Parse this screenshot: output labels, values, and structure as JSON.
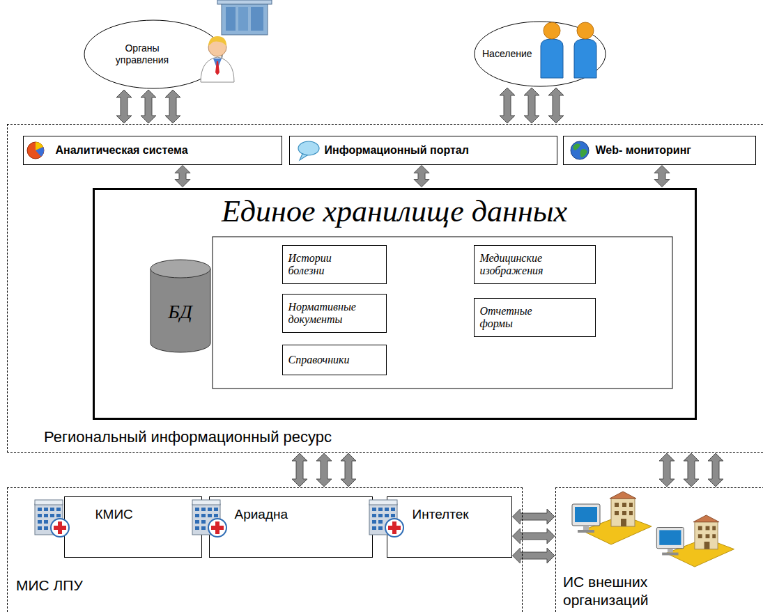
{
  "diagram": {
    "nodes": [
      {
        "text": [
          "Органы управления"
        ]
      },
      {
        "text": [
          "Население"
        ]
      },
      {
        "text": [
          "Региональный информационный ресурс"
        ]
      },
      {
        "text": [
          "Аналитическая система"
        ],
        "in": 2
      },
      {
        "text": [
          "Информационный портал"
        ],
        "in": 2
      },
      {
        "text": [
          "Web- мониторинг"
        ],
        "in": 2
      },
      {
        "text": [
          "Единое хранилище данных"
        ],
        "in": 2
      },
      {
        "text": [
          "БД"
        ],
        "in": 6
      },
      {
        "text": [
          "Истории болезни"
        ],
        "in": 6
      },
      {
        "text": [
          "Медицинские изображения"
        ],
        "in": 6
      },
      {
        "text": [
          "Нормативные документы"
        ],
        "in": 6
      },
      {
        "text": [
          "Отчетные формы"
        ],
        "in": 6
      },
      {
        "text": [
          "Справочники"
        ],
        "in": 6
      },
      {
        "text": [
          "МИС ЛПУ"
        ]
      },
      {
        "text": [
          "КМИС"
        ],
        "in": 13
      },
      {
        "text": [
          "Ариадна"
        ],
        "in": 13
      },
      {
        "text": [
          "Интелтек"
        ],
        "in": 13
      },
      {
        "text": [
          "ИС внешних организаций"
        ]
      }
    ],
    "edges": [
      {
        "from": 0,
        "to": 2,
        "arrow": "both"
      },
      {
        "from": 1,
        "to": 2,
        "arrow": "both"
      },
      {
        "from": 3,
        "to": 6,
        "arrow": "both"
      },
      {
        "from": 4,
        "to": 6,
        "arrow": "both"
      },
      {
        "from": 5,
        "to": 6,
        "arrow": "both"
      },
      {
        "from": 2,
        "to": 13,
        "arrow": "both"
      },
      {
        "from": 2,
        "to": 17,
        "arrow": "both"
      },
      {
        "from": 16,
        "to": 17,
        "arrow": "both"
      }
    ]
  }
}
